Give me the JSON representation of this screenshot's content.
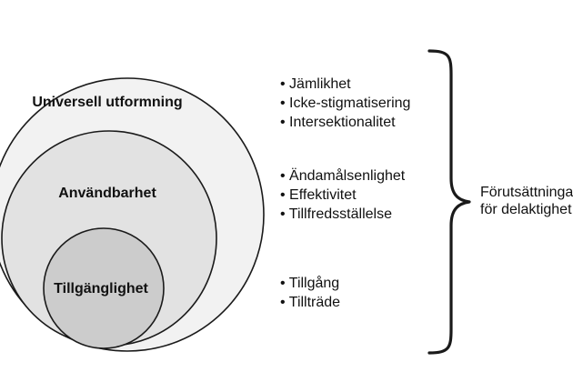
{
  "circles": {
    "outer": {
      "label": "Universell utformning",
      "fill": "#f2f2f2"
    },
    "middle": {
      "label": "Användbarhet",
      "fill": "#e2e2e2"
    },
    "inner": {
      "label": "Tillgänglighet",
      "fill": "#cccccc"
    }
  },
  "groups": [
    {
      "items": [
        "• Jämlikhet",
        "• Icke-stigmatisering",
        "• Intersektionalitet"
      ]
    },
    {
      "items": [
        "• Ändamålsenlighet",
        "• Effektivitet",
        "• Tillfredsställelse"
      ]
    },
    {
      "items": [
        "• Tillgång",
        "• Tillträde"
      ]
    }
  ],
  "bracket": {
    "label_lines": [
      "Förutsättningar",
      "för delaktighet"
    ]
  },
  "colors": {
    "stroke": "#1a1a1a",
    "text": "#111111"
  }
}
